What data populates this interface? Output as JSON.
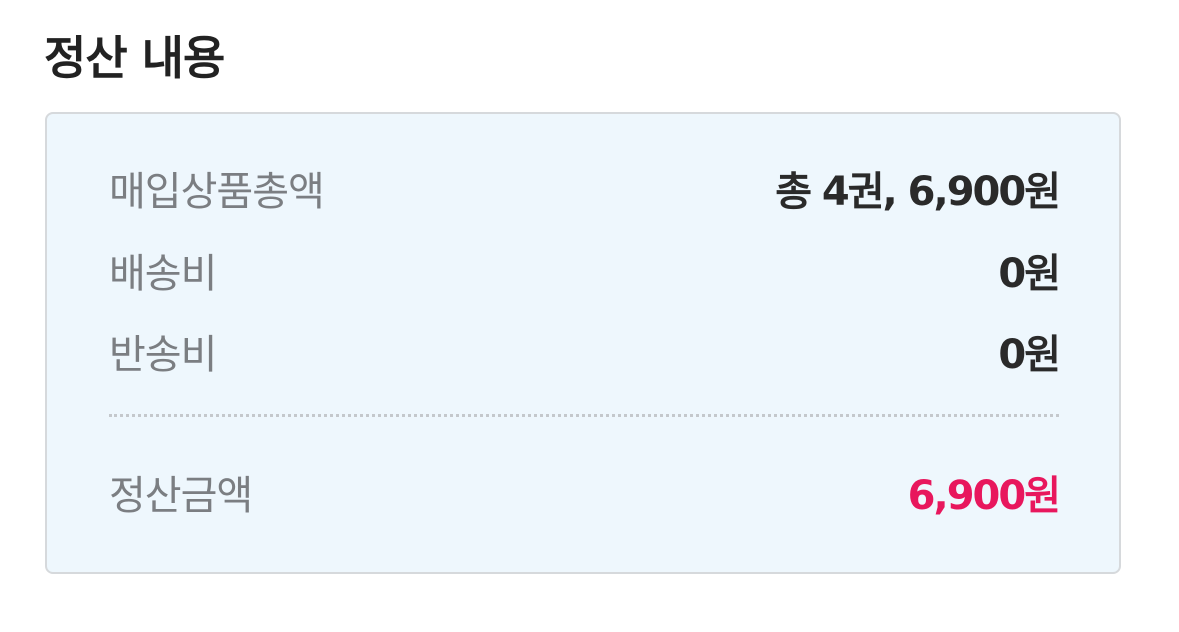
{
  "section": {
    "title": "정산 내용"
  },
  "summary": {
    "rows": [
      {
        "label": "매입상품총액",
        "value": "총 4권, 6,900원"
      },
      {
        "label": "배송비",
        "value": "0원"
      },
      {
        "label": "반송비",
        "value": "0원"
      }
    ],
    "total": {
      "label": "정산금액",
      "value": "6,900원"
    }
  },
  "colors": {
    "total_accent": "#e8175d",
    "box_background": "#eef7fd",
    "box_border": "#d6d9dc"
  }
}
